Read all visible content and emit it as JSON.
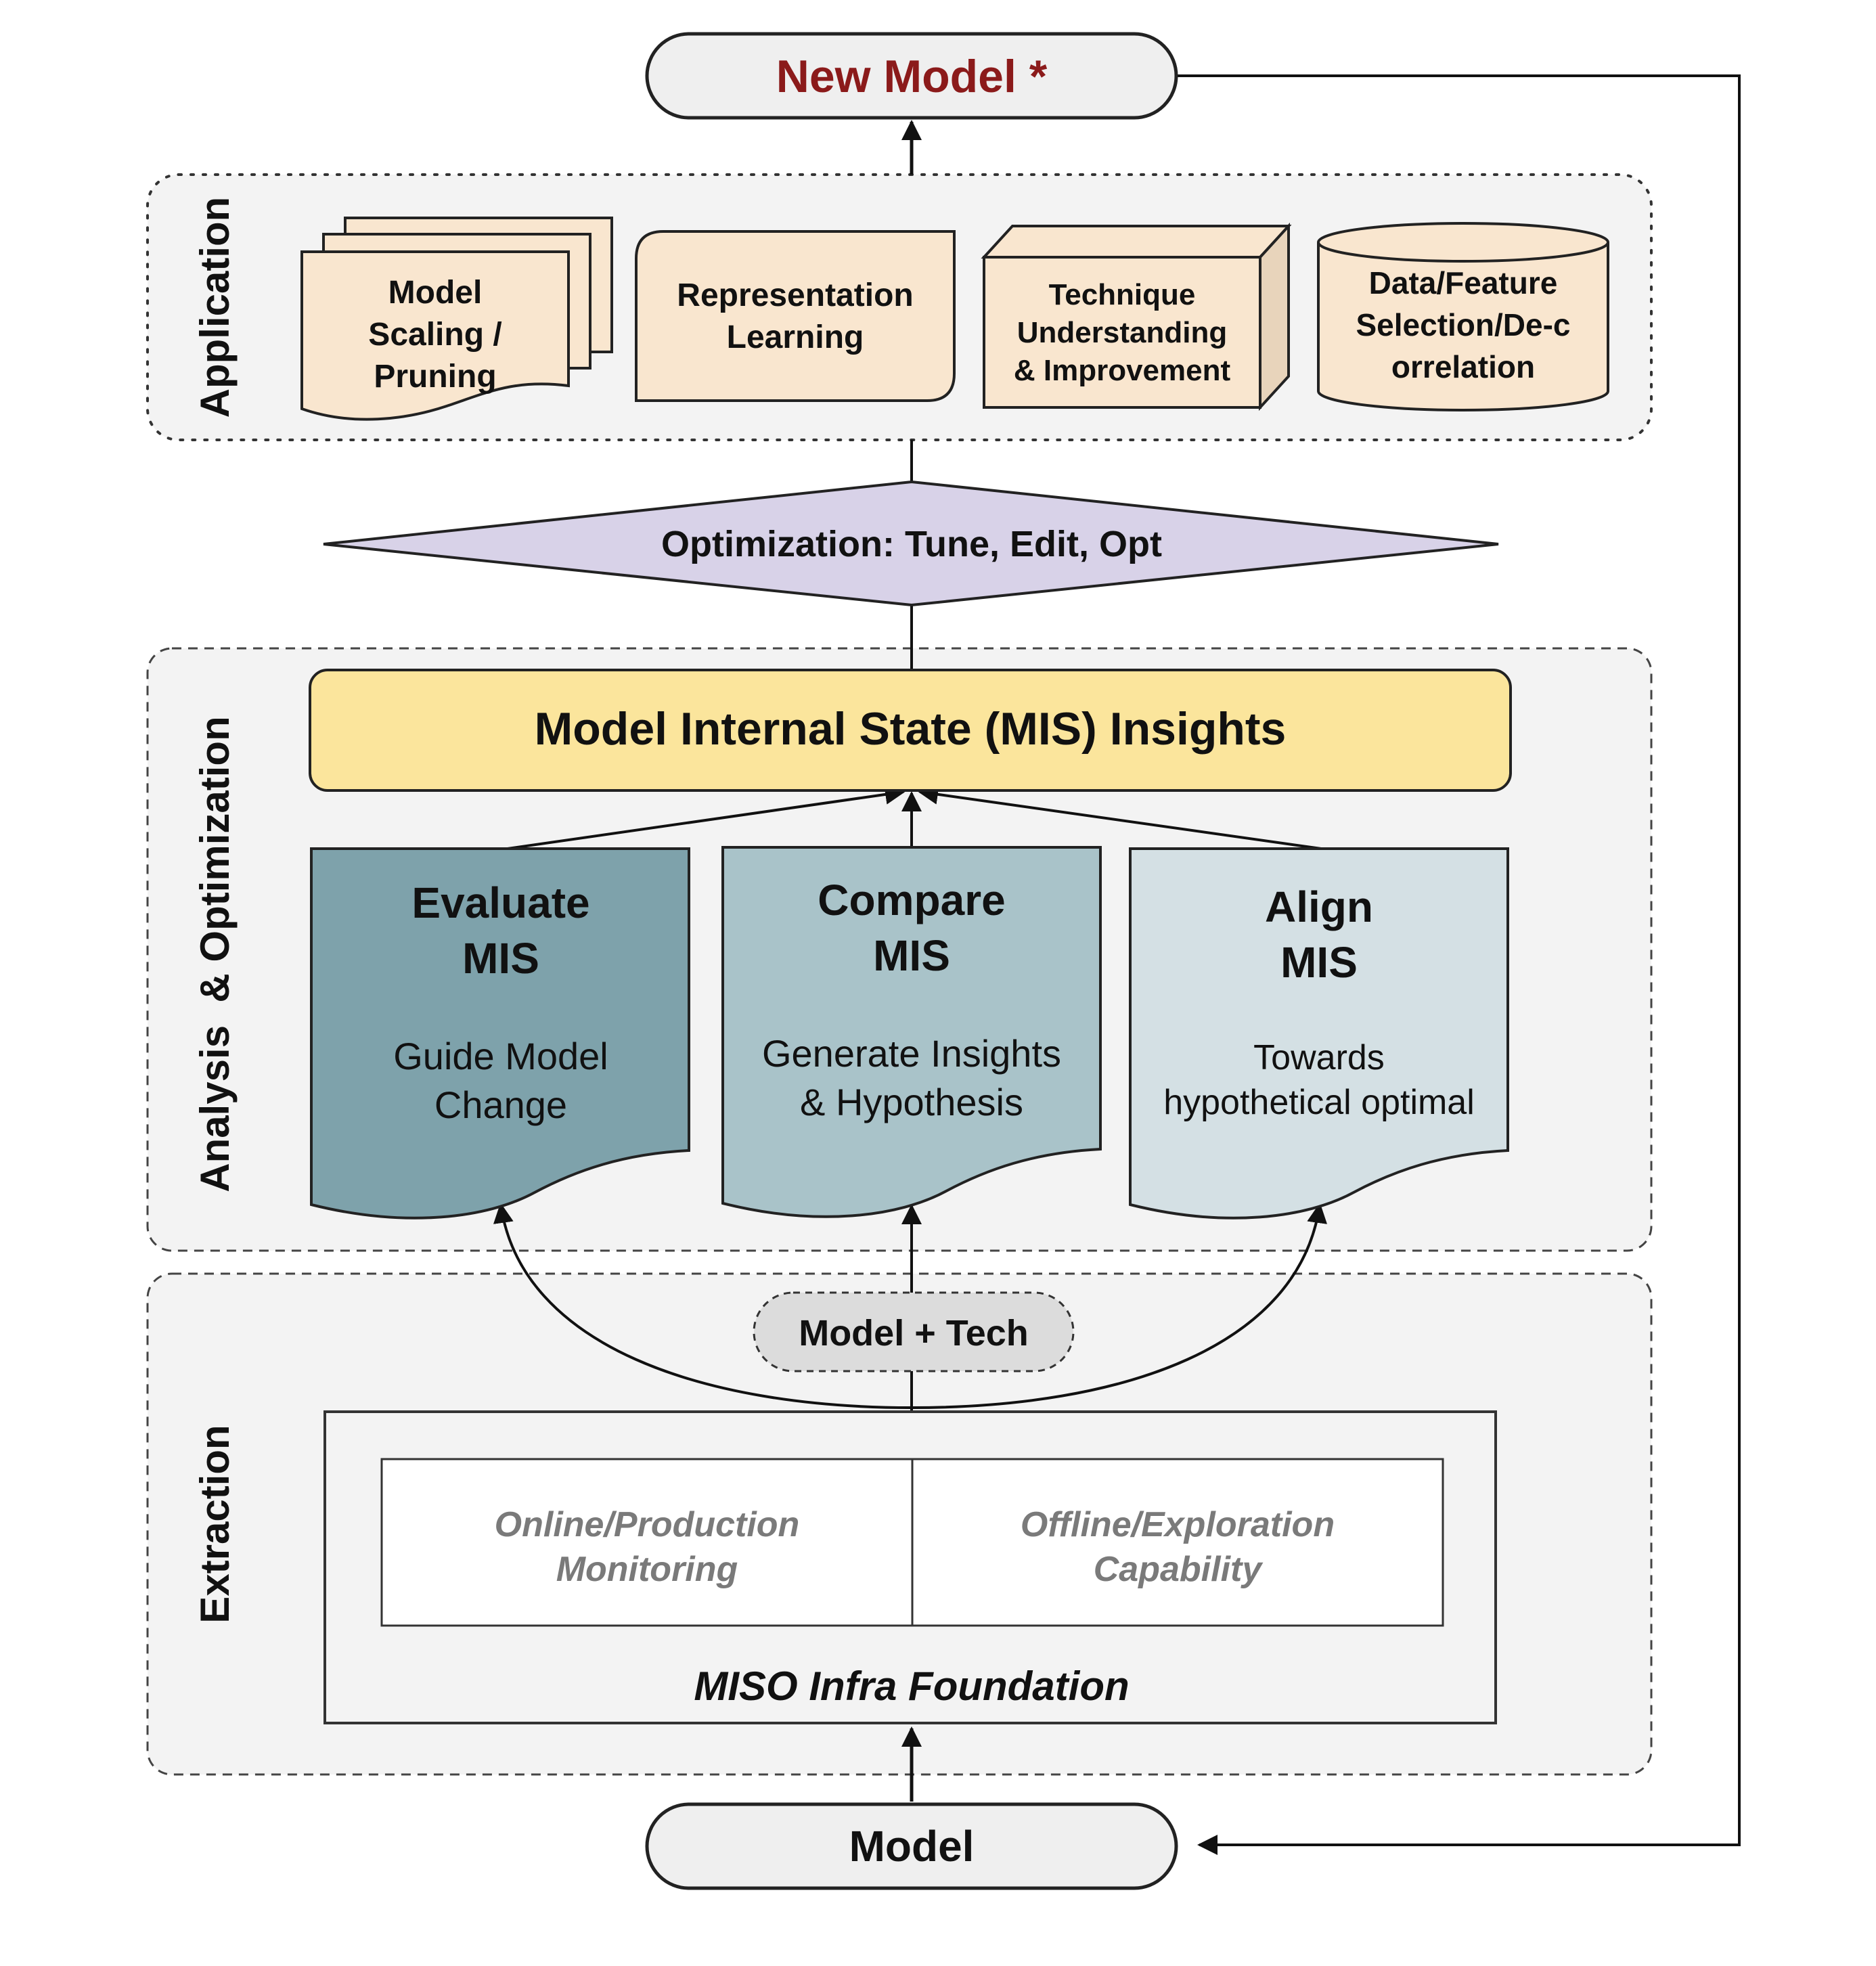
{
  "top_node": {
    "label": "New Model *",
    "color": "#8b1a1a"
  },
  "bottom_node": {
    "label": "Model"
  },
  "sections": {
    "application": "Application",
    "analysis": "Analysis  & Optimization",
    "extraction": "Extraction"
  },
  "application_items": [
    {
      "lines": [
        "Model",
        "Scaling /",
        "Pruning"
      ],
      "shape": "stacked-documents"
    },
    {
      "lines": [
        "Representation",
        "Learning"
      ],
      "shape": "rounded-card"
    },
    {
      "lines": [
        "Technique",
        "Understanding",
        "& Improvement"
      ],
      "shape": "3d-box"
    },
    {
      "lines": [
        "Data/Feature",
        "Selection/De-c",
        "orrelation"
      ],
      "shape": "cylinder"
    }
  ],
  "optimization": {
    "label": "Optimization: Tune, Edit, Opt"
  },
  "insights": {
    "label": "Model Internal State (MIS) Insights"
  },
  "mis_cards": [
    {
      "title": [
        "Evaluate",
        "MIS"
      ],
      "body": [
        "Guide Model",
        "Change"
      ],
      "color": "#7ea2ab"
    },
    {
      "title": [
        "Compare",
        "MIS"
      ],
      "body": [
        "Generate Insights",
        "& Hypothesis"
      ],
      "color": "#a9c3c9"
    },
    {
      "title": [
        "Align",
        "MIS"
      ],
      "body": [
        "Towards",
        "hypothetical optimal"
      ],
      "color": "#d4e0e4"
    }
  ],
  "model_tech": {
    "label": "Model + Tech"
  },
  "infra": {
    "left": [
      "Online/Production",
      "Monitoring"
    ],
    "right": [
      "Offline/Exploration",
      "Capability"
    ],
    "foundation": "MISO Infra Foundation"
  },
  "colors": {
    "app_fill": "#f9e6cf",
    "optimization_fill": "#d8d2e8",
    "insights_fill": "#fbe59c",
    "section_fill": "#f3f3f3",
    "model_tech_fill": "#dcdcdc"
  }
}
